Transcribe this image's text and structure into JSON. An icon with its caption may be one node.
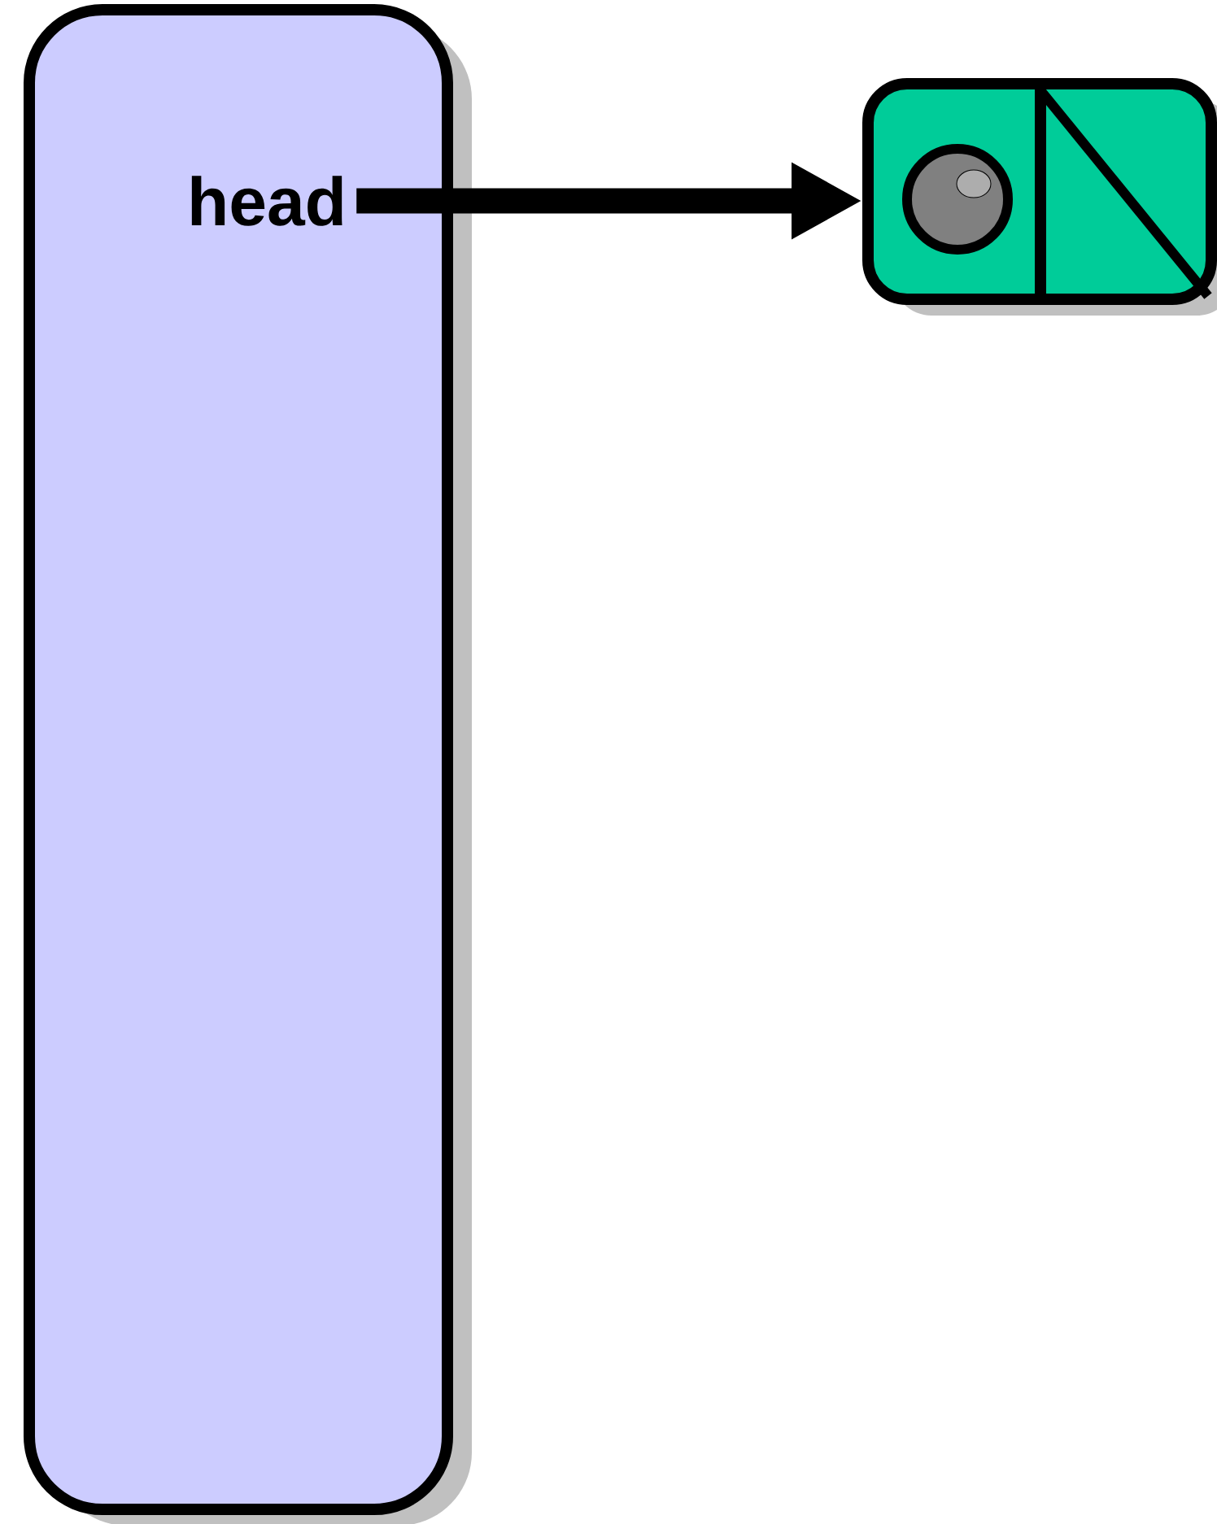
{
  "diagram": {
    "nodes": [
      {
        "text": [],
        "shape": "box"
      },
      {
        "text": [
          "head"
        ],
        "in": 0
      },
      {
        "text": [],
        "shape": "box"
      }
    ],
    "edges": [
      {
        "from": 1,
        "to": 2,
        "arrow": "to"
      }
    ]
  }
}
